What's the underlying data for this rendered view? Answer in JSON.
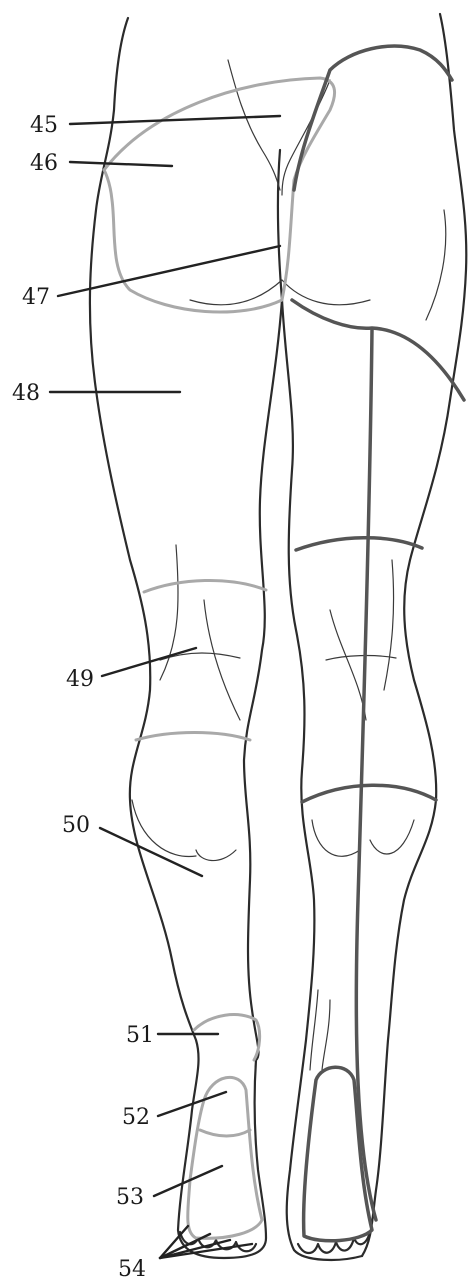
{
  "labels": [
    {
      "id": "45",
      "text": "45"
    },
    {
      "id": "46",
      "text": "46"
    },
    {
      "id": "47",
      "text": "47"
    },
    {
      "id": "48",
      "text": "48"
    },
    {
      "id": "49",
      "text": "49"
    },
    {
      "id": "50",
      "text": "50"
    },
    {
      "id": "51",
      "text": "51"
    },
    {
      "id": "52",
      "text": "52"
    },
    {
      "id": "53",
      "text": "53"
    },
    {
      "id": "54",
      "text": "54"
    }
  ]
}
